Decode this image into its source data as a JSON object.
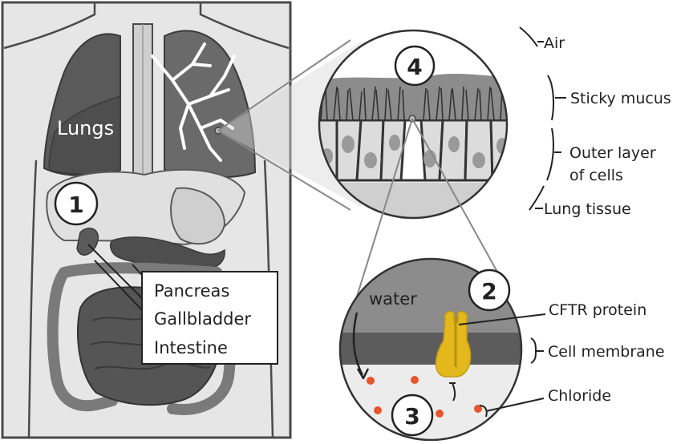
{
  "markers": {
    "m1": "1",
    "m2": "2",
    "m3": "3",
    "m4": "4"
  },
  "organs": {
    "lungs": "Lungs",
    "callout_lines": [
      "Pancreas",
      "Gallbladder",
      "Intestine"
    ]
  },
  "zoom_lung": {
    "air": "Air",
    "mucus": "Sticky mucus",
    "outer_cells_line1": "Outer layer",
    "outer_cells_line2": "of cells",
    "lung_tissue": "Lung tissue"
  },
  "zoom_cell": {
    "water": "water",
    "cftr": "CFTR protein",
    "membrane": "Cell membrane",
    "chloride": "Chloride"
  },
  "colors": {
    "body_fill": "#e6e6e6",
    "organ_dark": "#5a5a5a",
    "organ_mid": "#8a8a8a",
    "organ_light": "#d0d0d0",
    "mucus": "#8c8c8c",
    "membrane": "#5c5c5c",
    "cftr_yellow": "#e2b81d",
    "chloride_red": "#e8552b"
  }
}
